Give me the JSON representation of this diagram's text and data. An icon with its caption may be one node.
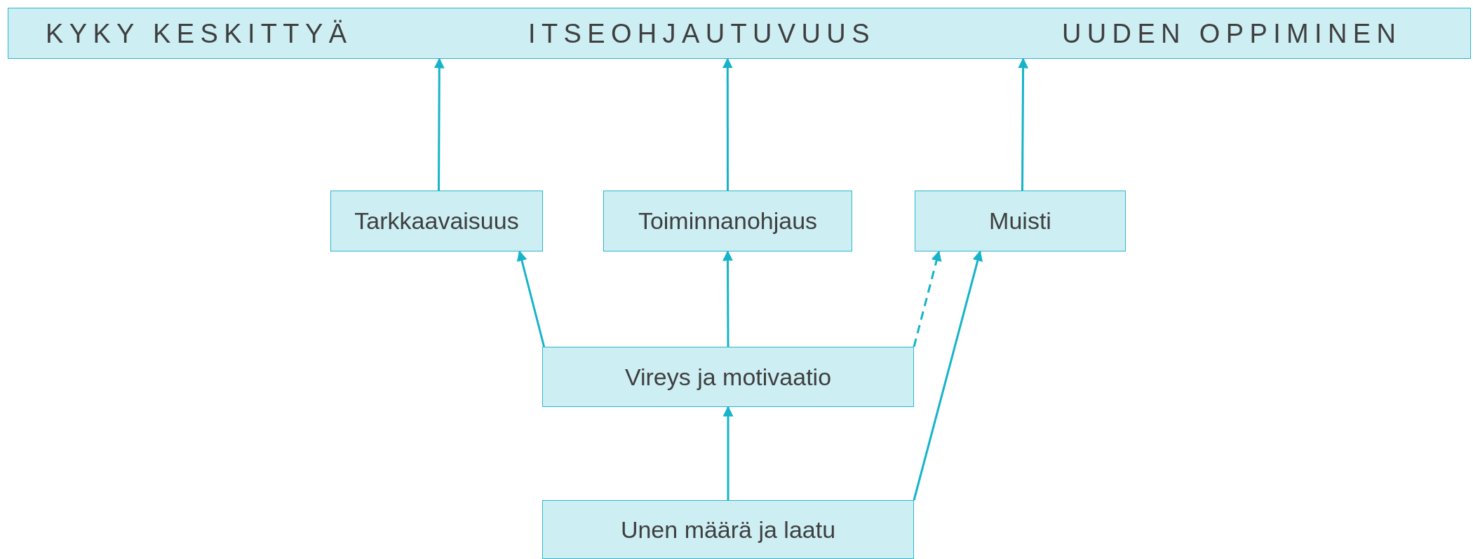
{
  "diagram": {
    "nodes": [
      {
        "text": [
          "KYKY KESKITTYÄ",
          "ITSEOHJAUTUVUUS",
          "UUDEN OPPIMINEN"
        ]
      },
      {
        "text": [
          "Tarkkaavaisuus"
        ]
      },
      {
        "text": [
          "Toiminnanohjaus"
        ]
      },
      {
        "text": [
          "Muisti"
        ]
      },
      {
        "text": [
          "Vireys ja motivaatio"
        ]
      },
      {
        "text": [
          "Unen määrä ja laatu"
        ]
      }
    ],
    "edges": [
      {
        "from": 1,
        "to": 0,
        "arrow": "to"
      },
      {
        "from": 2,
        "to": 0,
        "arrow": "to"
      },
      {
        "from": 3,
        "to": 0,
        "arrow": "to"
      },
      {
        "from": 4,
        "to": 1,
        "arrow": "to"
      },
      {
        "from": 4,
        "to": 2,
        "arrow": "to"
      },
      {
        "from": 4,
        "to": 3,
        "arrow": "to",
        "style": "dashed"
      },
      {
        "from": 5,
        "to": 4,
        "arrow": "to"
      },
      {
        "from": 5,
        "to": 3,
        "arrow": "to"
      }
    ]
  }
}
